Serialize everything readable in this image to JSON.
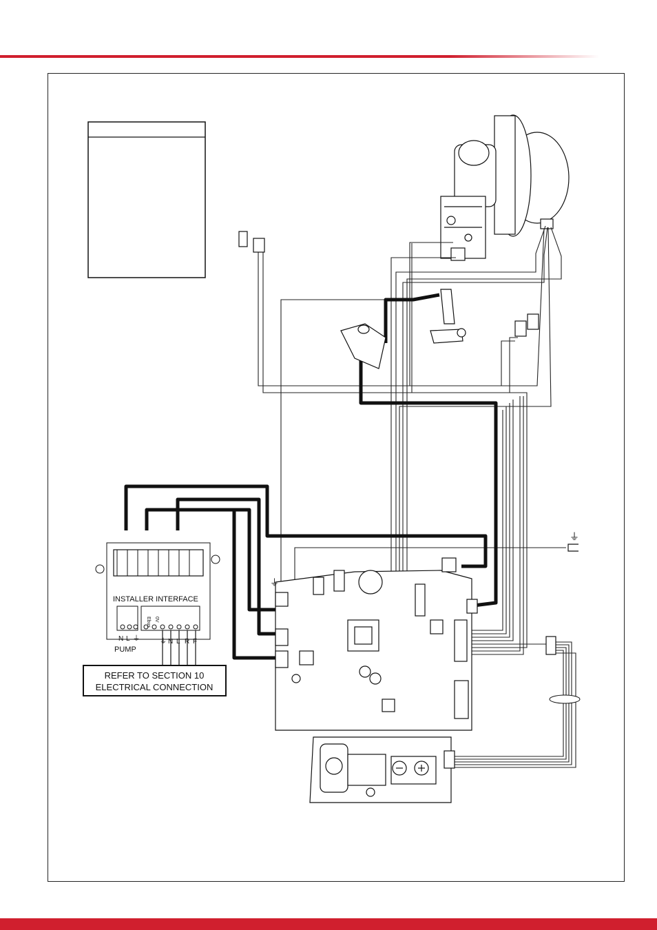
{
  "colors": {
    "accent": "#d01f2e",
    "line": "#111111",
    "thin_wire": "#222222"
  },
  "diagram": {
    "installer_interface": {
      "title": "INSTALLER INTERFACE",
      "pump_label": "PUMP",
      "pump_terminals": [
        "N",
        "L",
        "⏚"
      ],
      "ebus_label": "Ebus",
      "ov_label": "0V",
      "mains_terminals": [
        "⏚",
        "N",
        "L",
        "R",
        "F"
      ]
    },
    "note": {
      "line1": "REFER TO SECTION 10",
      "line2": "ELECTRICAL CONNECTION"
    },
    "earth_symbol": "⏚",
    "ground_symbol": "⏚"
  }
}
